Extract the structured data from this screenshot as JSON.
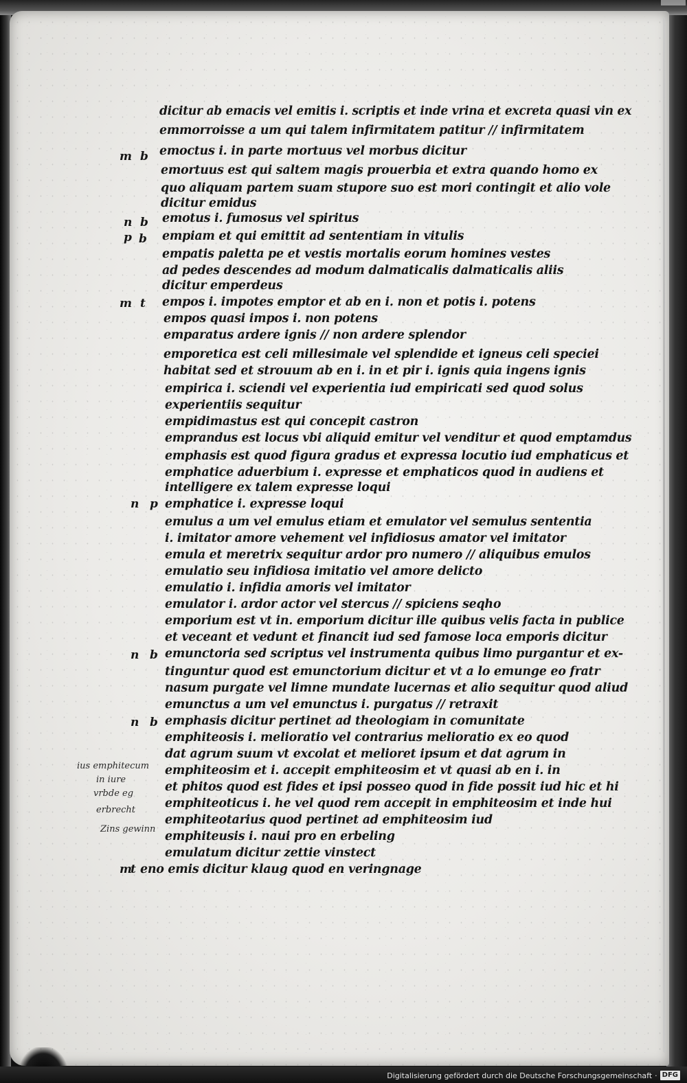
{
  "manuscript": {
    "lines": [
      "dicitur ab emacis vel emitis i. scriptis et inde vrina et excreta quasi vin ex",
      "emmorroisse a um qui talem infirmitatem patitur                 // infirmitatem",
      "emoctus i. in parte mortuus vel morbus dicitur",
      "emortuus est qui saltem magis prouerbia et extra quando homo ex",
      "quo aliquam partem suam stupore suo est mori contingit et alio vole",
      "dicitur emidus",
      "emotus i. fumosus vel spiritus",
      "empiam et qui emittit ad sententiam in vitulis",
      "empatis paletta pe et vestis mortalis eorum homines vestes",
      "ad pedes descendes ad modum dalmaticalis dalmaticalis aliis",
      "dicitur emperdeus",
      "empos i. impotes emptor et ab en i. non et potis i. potens",
      "empos quasi impos i. non potens",
      "emparatus ardere ignis               // non ardere splendor",
      "emporetica est celi millesimale vel splendide et igneus celi speciei",
      "habitat sed et strouum ab en i. in et pir i. ignis quia ingens ignis",
      "empirica i. sciendi vel experientia iud empiricati sed quod solus",
      "experientiis sequitur",
      "empidimastus est qui concepit castron",
      "emprandus est locus vbi aliquid emitur vel venditur et quod emptamdus",
      "emphasis est quod figura gradus et expressa locutio iud emphaticus et",
      "emphatice aduerbium i. expresse et emphaticos quod in audiens et",
      "intelligere ex talem expresse loqui",
      "emphatice i. expresse loqui",
      "emulus a um vel emulus etiam et emulator vel semulus sententia",
      "i. imitator amore vehement vel infidiosus amator vel imitator",
      "emula et meretrix sequitur ardor pro numero   // aliquibus emulos",
      "emulatio seu infidiosa imitatio vel amore delicto",
      "emulatio i. infidia amoris vel imitator",
      "emulator i. ardor actor vel stercus                 // spiciens seqho",
      "emporium est vt in. emporium dicitur ille quibus velis facta in publice",
      "et veceant et vedunt et financit iud sed famose loca emporis dicitur",
      "emunctoria sed scriptus vel instrumenta quibus limo purgantur et ex-",
      "tinguntur quod est emunctorium dicitur et vt a lo emunge eo fratr",
      "nasum purgate vel limne mundate lucernas et alio sequitur quod aliud",
      "emunctus a um vel emunctus i. purgatus            // retraxit",
      "emphasis dicitur pertinet ad theologiam in comunitate",
      "emphiteosis i. melioratio vel contrarius melioratio ex eo quod",
      "dat agrum suum vt excolat et melioret ipsum et dat agrum in",
      "emphiteosim et i. accepit emphiteosim et vt quasi ab en i. in",
      "et phitos quod est fides et ipsi posseo quod in fide possit iud hic et hi",
      "emphiteoticus i. he vel quod rem accepit in emphiteosim et inde hui",
      "emphiteotarius quod pertinet ad emphiteosim iud",
      "emphiteusis i. naui pro en erbeling",
      "emulatum dicitur zettie vinstect",
      "eno emis dicitur klaug quod en veringnage"
    ],
    "margin_markers": [
      "m",
      "b",
      "n",
      "b",
      "p",
      "b",
      "m",
      "t",
      "n",
      "p",
      "n",
      "b",
      "n",
      "b",
      "m",
      "t"
    ],
    "glosses": [
      "ius emphitecum",
      "in iure",
      "vrbde eg",
      "erbrecht",
      "Zins gewinn"
    ]
  },
  "footer": {
    "text": "Digitalisierung gefördert durch die Deutsche Forschungsgemeinschaft",
    "logo": "DFG"
  }
}
